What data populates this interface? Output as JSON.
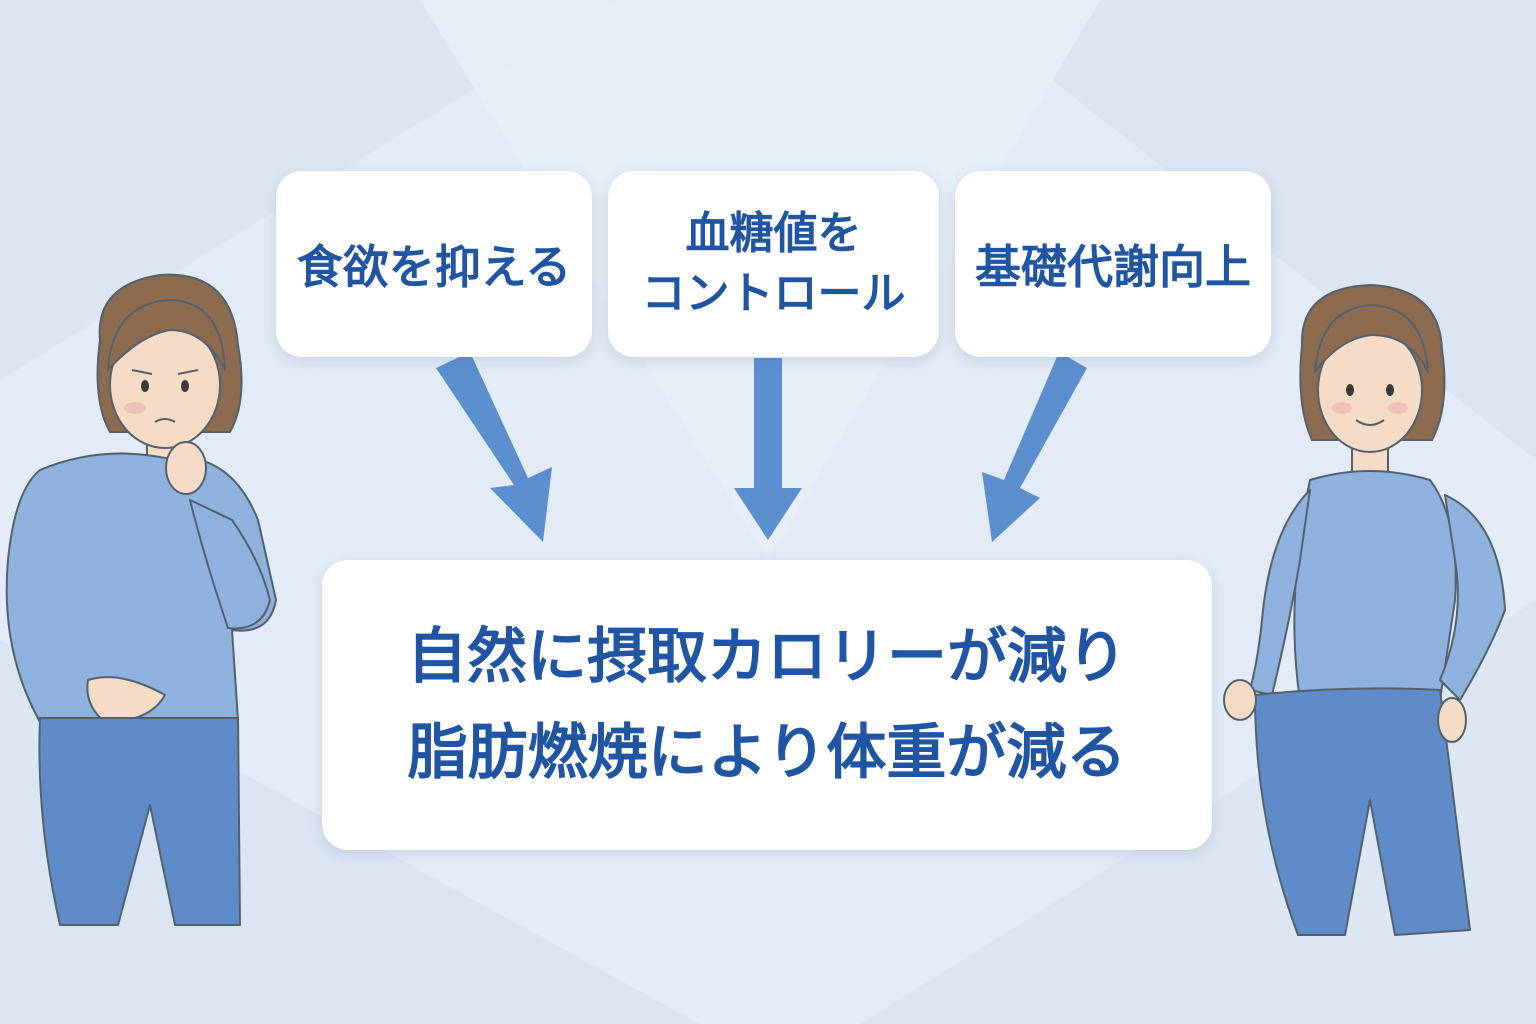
{
  "factors": [
    {
      "lines": [
        "食欲を抑える"
      ]
    },
    {
      "lines": [
        "血糖値を",
        "コントロール"
      ]
    },
    {
      "lines": [
        "基礎代謝向上"
      ]
    }
  ],
  "result": {
    "lines": [
      "自然に摂取カロリーが減り",
      "脂肪燃焼により体重が減る"
    ]
  },
  "colors": {
    "background": "#e3ecf6",
    "text": "#1f55a3",
    "arrow": "#5b8fd0",
    "shirt": "#8fb1de",
    "jeans": "#5f8cc8",
    "hair": "#8b6a4e",
    "skin": "#f6dcc6"
  }
}
